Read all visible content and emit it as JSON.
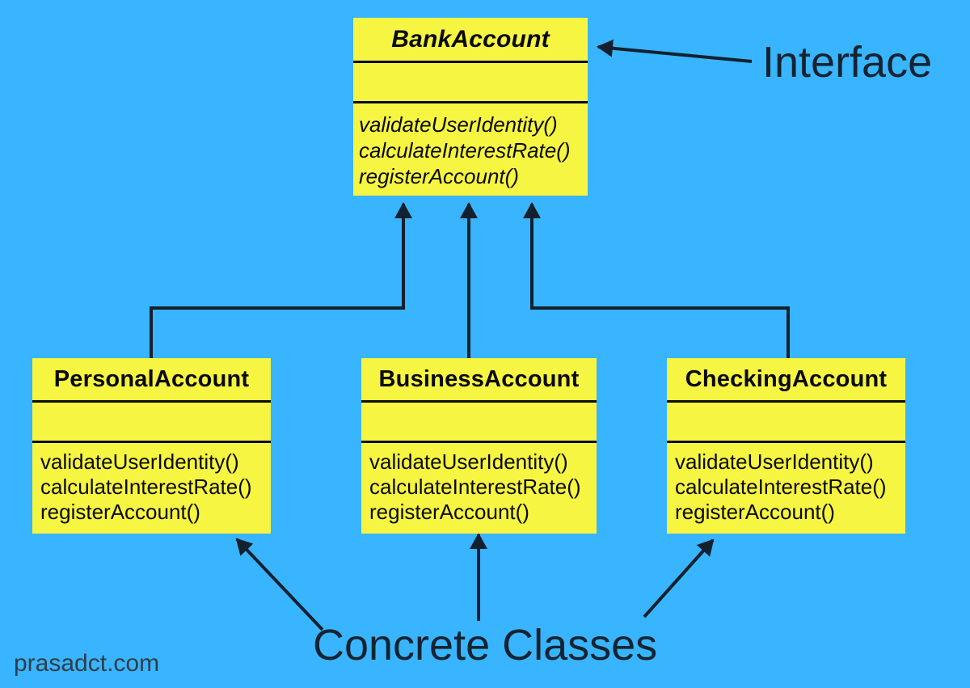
{
  "diagram": {
    "type": "uml-class-diagram",
    "annotations": {
      "interface_label": "Interface",
      "concrete_label": "Concrete Classes"
    },
    "watermark": "prasadct.com",
    "colors": {
      "background": "#38b5fe",
      "box_fill": "#f6f542",
      "box_separator": "#0b0b0b",
      "arrow": "#13202e",
      "annotation_text": "#152330",
      "watermark_text": "#2f3d49"
    },
    "interface_class": {
      "name": "BankAccount",
      "attributes": "",
      "methods": [
        "validateUserIdentity()",
        "calculateInterestRate()",
        "registerAccount()"
      ]
    },
    "concrete_classes": [
      {
        "name": "PersonalAccount",
        "attributes": "",
        "methods": [
          "validateUserIdentity()",
          "calculateInterestRate()",
          "registerAccount()"
        ]
      },
      {
        "name": "BusinessAccount",
        "attributes": "",
        "methods": [
          "validateUserIdentity()",
          "calculateInterestRate()",
          "registerAccount()"
        ]
      },
      {
        "name": "CheckingAccount",
        "attributes": "",
        "methods": [
          "validateUserIdentity()",
          "calculateInterestRate()",
          "registerAccount()"
        ]
      }
    ],
    "relationships": [
      "PersonalAccount implements BankAccount",
      "BusinessAccount implements BankAccount",
      "CheckingAccount implements BankAccount"
    ]
  }
}
